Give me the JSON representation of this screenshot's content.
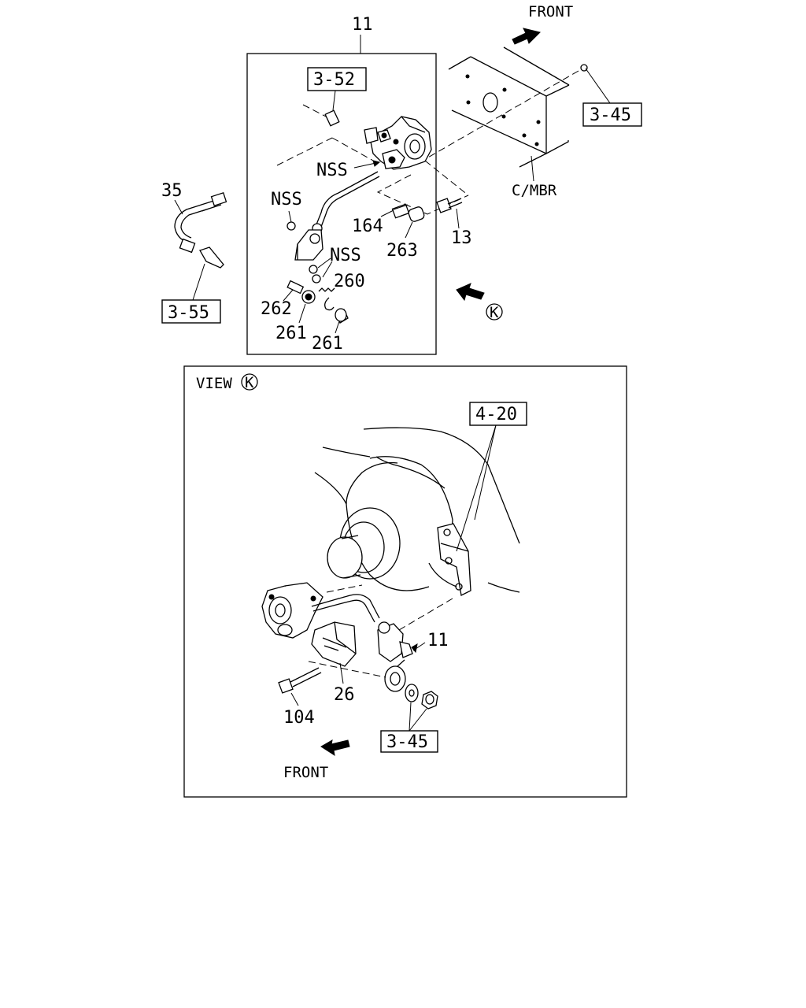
{
  "top_view": {
    "assembly_callout": "11",
    "front_label": "FRONT",
    "view_marker": "K",
    "ref_boxes": {
      "r352": "3-52",
      "r345": "3-45",
      "r355": "3-55"
    },
    "labels": {
      "nss_1": "NSS",
      "nss_2": "NSS",
      "nss_3": "NSS",
      "cmbr": "C/MBR",
      "p35": "35",
      "p164": "164",
      "p263": "263",
      "p13": "13",
      "p260": "260",
      "p262": "262",
      "p261a": "261",
      "p261b": "261"
    }
  },
  "bottom_view": {
    "view_title": "VIEW",
    "view_marker": "K",
    "ref_boxes": {
      "r420": "4-20",
      "r345": "3-45"
    },
    "labels": {
      "p11": "11",
      "p26": "26",
      "p104": "104"
    },
    "front_label": "FRONT"
  }
}
